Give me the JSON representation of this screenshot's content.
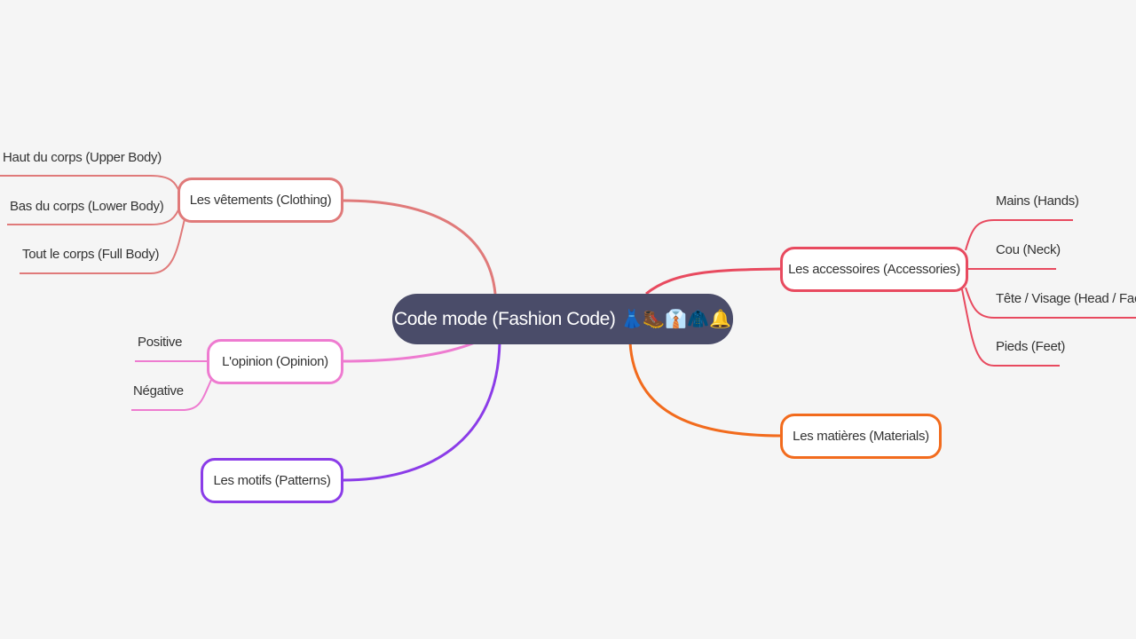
{
  "map": {
    "root": {
      "label": "Code mode (Fashion Code)",
      "emoji": "👗🥾👔🧥🔔",
      "color": "#4a4c69"
    },
    "branches": [
      {
        "id": "clothing",
        "label": "Les vêtements (Clothing)",
        "color": "#e07a7a",
        "children": [
          "Haut du corps (Upper Body)",
          "Bas du corps (Lower Body)",
          "Tout le corps (Full Body)"
        ]
      },
      {
        "id": "opinion",
        "label": "L'opinion (Opinion)",
        "color": "#ee7bd0",
        "children": [
          "Positive",
          "Négative"
        ]
      },
      {
        "id": "patterns",
        "label": "Les motifs (Patterns)",
        "color": "#8b3ce8",
        "children": []
      },
      {
        "id": "accessories",
        "label": "Les accessoires (Accessories)",
        "color": "#e84a5f",
        "children": [
          "Mains (Hands)",
          "Cou (Neck)",
          "Tête / Visage (Head / Face)",
          "Pieds (Feet)"
        ]
      },
      {
        "id": "materials",
        "label": "Les matières (Materials)",
        "color": "#f26b1d",
        "children": []
      }
    ]
  }
}
